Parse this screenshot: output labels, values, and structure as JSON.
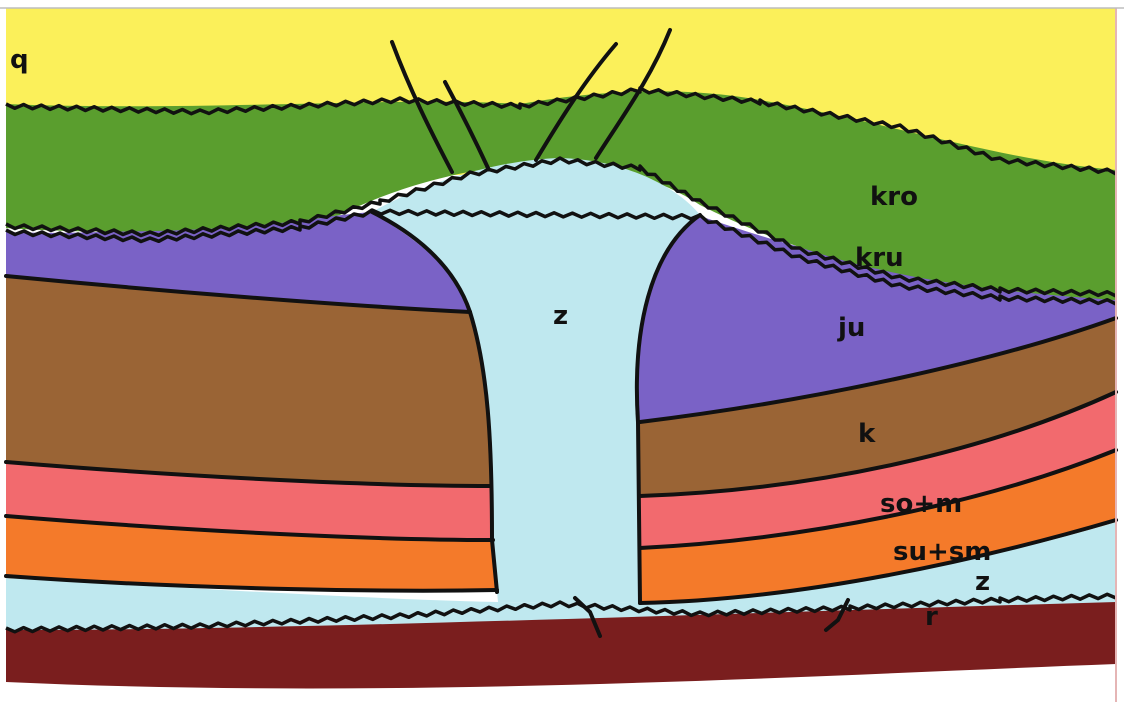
{
  "diagram": {
    "labels": {
      "q": "q",
      "kro": "kro",
      "kru": "kru",
      "z_dome": "z",
      "ju": "ju",
      "k": "k",
      "so_m": "so+m",
      "su_sm": "su+sm",
      "z_base": "z",
      "r": "r"
    },
    "colors": {
      "q": "#fbf05a",
      "kro": "#5a9e2e",
      "kru": "#3f7f22",
      "ju": "#7a62c6",
      "k": "#9a6435",
      "so_m": "#f26a6e",
      "su_sm": "#f47a2a",
      "z": "#bfe8ef",
      "r": "#7a1e1e"
    }
  }
}
